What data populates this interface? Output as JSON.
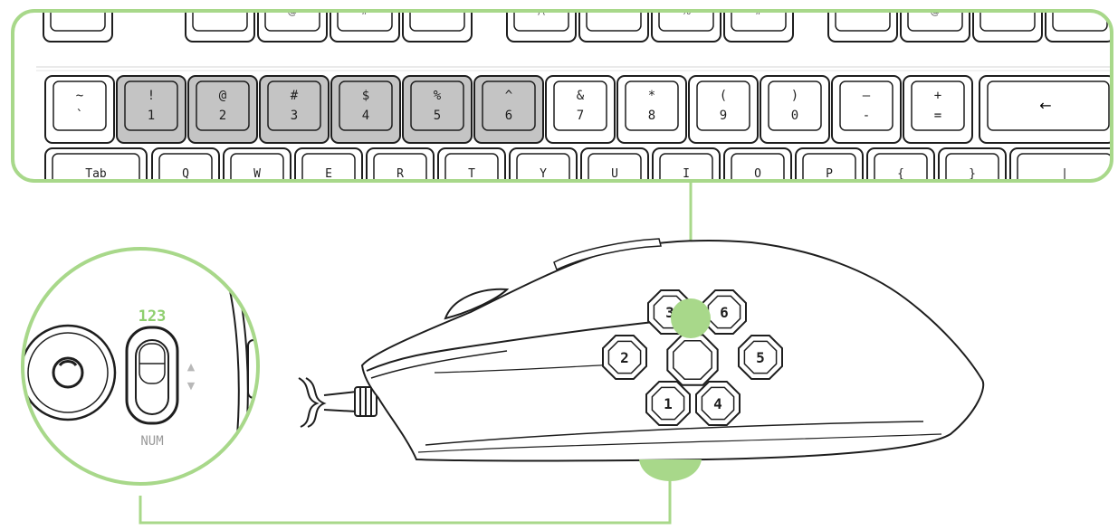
{
  "colors": {
    "accent": "#a8d88a",
    "accent_text": "#8fcf6f",
    "line": "#1e1e1e",
    "key_highlight": "#c4c4c4",
    "key_face": "#ffffff",
    "mode_label_gray": "#9a9a9a",
    "arrow_gray": "#b8b8b8"
  },
  "keyboard": {
    "number_row": [
      {
        "top": "~",
        "bottom": "`",
        "highlighted": false
      },
      {
        "top": "!",
        "bottom": "1",
        "highlighted": true
      },
      {
        "top": "@",
        "bottom": "2",
        "highlighted": true
      },
      {
        "top": "#",
        "bottom": "3",
        "highlighted": true
      },
      {
        "top": "$",
        "bottom": "4",
        "highlighted": true
      },
      {
        "top": "%",
        "bottom": "5",
        "highlighted": true
      },
      {
        "top": "^",
        "bottom": "6",
        "highlighted": true
      },
      {
        "top": "&",
        "bottom": "7",
        "highlighted": false
      },
      {
        "top": "*",
        "bottom": "8",
        "highlighted": false
      },
      {
        "top": "(",
        "bottom": "9",
        "highlighted": false
      },
      {
        "top": ")",
        "bottom": "0",
        "highlighted": false
      },
      {
        "top": "—",
        "bottom": "-",
        "highlighted": false
      },
      {
        "top": "+",
        "bottom": "=",
        "highlighted": false
      }
    ],
    "backspace_label": "←",
    "top_row_glyphs": [
      "",
      "~",
      "@",
      "#",
      "",
      "/\\",
      "^",
      "%",
      "#",
      "",
      "@",
      "*"
    ],
    "letter_row": [
      {
        "label": "Tab"
      },
      {
        "label": "Q"
      },
      {
        "label": "W"
      },
      {
        "label": "E"
      },
      {
        "label": "R"
      },
      {
        "label": "T"
      },
      {
        "label": "Y"
      },
      {
        "label": "U"
      },
      {
        "label": "I"
      },
      {
        "label": "O"
      },
      {
        "label": "P"
      },
      {
        "label": "{"
      },
      {
        "label": "}"
      },
      {
        "label": "|"
      }
    ]
  },
  "mouse": {
    "side_buttons": [
      {
        "label": "3",
        "position": "top-left"
      },
      {
        "label": "6",
        "position": "top-right"
      },
      {
        "label": "2",
        "position": "middle-left"
      },
      {
        "label": "",
        "position": "center"
      },
      {
        "label": "5",
        "position": "middle-right"
      },
      {
        "label": "1",
        "position": "bottom-left"
      },
      {
        "label": "4",
        "position": "bottom-right"
      }
    ]
  },
  "mode_switch": {
    "top_label": "123",
    "bottom_label": "NUM",
    "arrow_up": "▲",
    "arrow_down": "▼"
  }
}
